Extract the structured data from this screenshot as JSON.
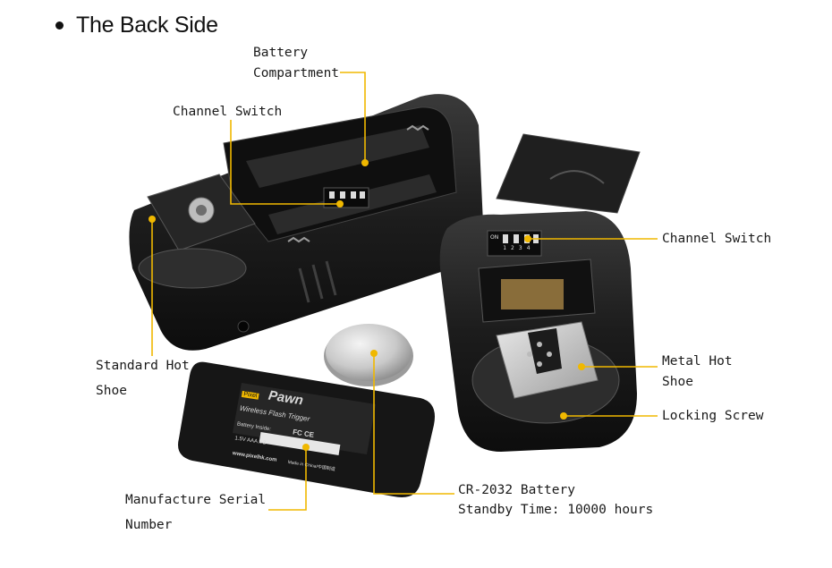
{
  "title": "The Back Side",
  "callouts": {
    "battery_compartment": [
      "Battery",
      "Compartment"
    ],
    "channel_switch_left": "Channel Switch",
    "channel_switch_right": "Channel Switch",
    "standard_hot_shoe": [
      "Standard Hot",
      "Shoe"
    ],
    "metal_hot_shoe": [
      "Metal Hot",
      "Shoe"
    ],
    "locking_screw": "Locking Screw",
    "manufacture_serial": [
      "Manufacture Serial",
      "Number"
    ],
    "cr2032": [
      "CR-2032 Battery",
      "Standby Time: 10000 hours"
    ]
  },
  "label_text": {
    "brand": "Pawn",
    "product": "Wireless Flash Trigger",
    "battery_inside": "Battery Inside:",
    "battery_spec": "1.5V AAA x 2",
    "website": "www.pixelhk.com",
    "made_in": "Made in China/中国制造",
    "certification": "FC CE",
    "logo": "Pixel"
  },
  "switch_labels": [
    "ON",
    "1",
    "2",
    "3",
    "4"
  ],
  "colors": {
    "leader_line": "#f0b800",
    "device_body": "#1b1b1b",
    "text": "#1a1a1a"
  }
}
